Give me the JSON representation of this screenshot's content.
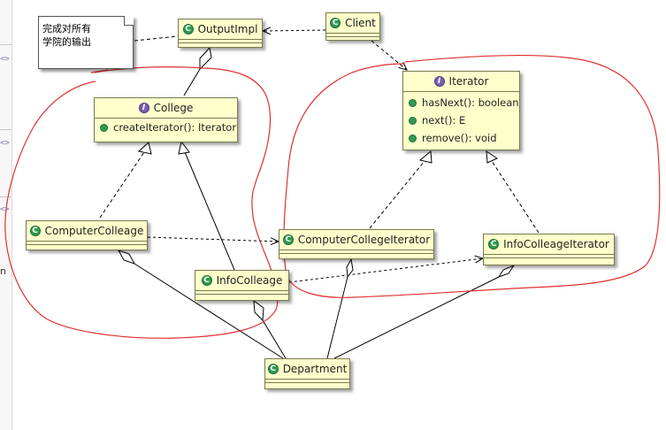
{
  "note": {
    "lines": [
      "完成对所有",
      "学院的输出"
    ]
  },
  "classes": {
    "output_impl": {
      "name": "OutputImpl",
      "kind": "class"
    },
    "client": {
      "name": "Client",
      "kind": "class"
    },
    "college": {
      "name": "College",
      "kind": "interface",
      "methods": [
        "createIterator(): Iterator"
      ]
    },
    "iterator": {
      "name": "Iterator",
      "kind": "interface",
      "methods": [
        "hasNext(): boolean",
        "next(): E",
        "remove(): void"
      ]
    },
    "computer_colleage": {
      "name": "ComputerColleage",
      "kind": "class"
    },
    "computer_college_iterator": {
      "name": "ComputerCollegeIterator",
      "kind": "class"
    },
    "info_colleage": {
      "name": "InfoColleage",
      "kind": "class"
    },
    "info_colleage_iterator": {
      "name": "InfoColleageIterator",
      "kind": "class"
    },
    "department": {
      "name": "Department",
      "kind": "class"
    }
  },
  "badges": {
    "class": "C",
    "interface": "I"
  },
  "left_panel": {
    "glyph": "<>",
    "letter": "n"
  },
  "colors": {
    "class_fill": "#ffffcc",
    "class_border": "#7a7a4e",
    "class_badge": "#2e9b4f",
    "interface_badge": "#7a5fb0",
    "annotation": "#e03030"
  }
}
